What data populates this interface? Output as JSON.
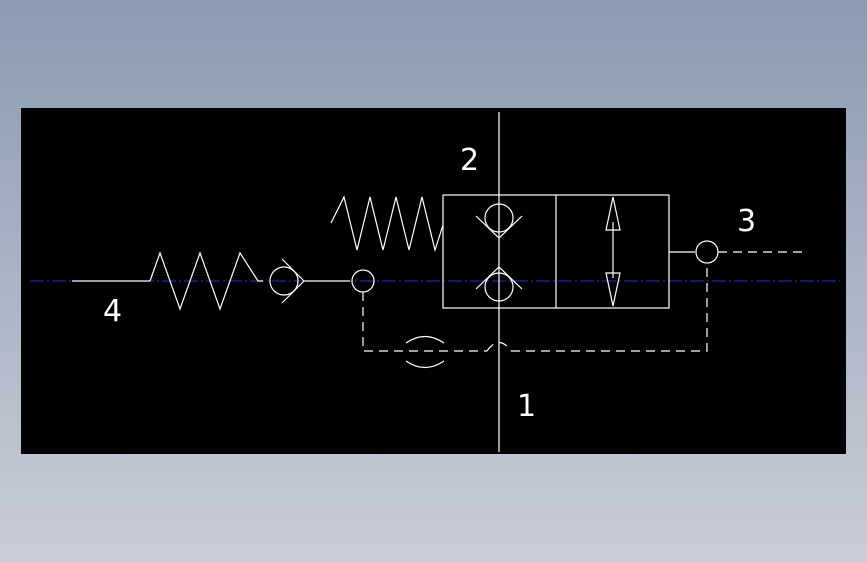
{
  "colors": {
    "background_top": "#8a9bb1",
    "background_bottom": "#c9cdd8",
    "canvas": "#000000",
    "line": "#ffffff",
    "centerline": "#1f2fd0"
  },
  "ports": {
    "port_1": "1",
    "port_2": "2",
    "port_3": "3",
    "port_4": "4"
  }
}
